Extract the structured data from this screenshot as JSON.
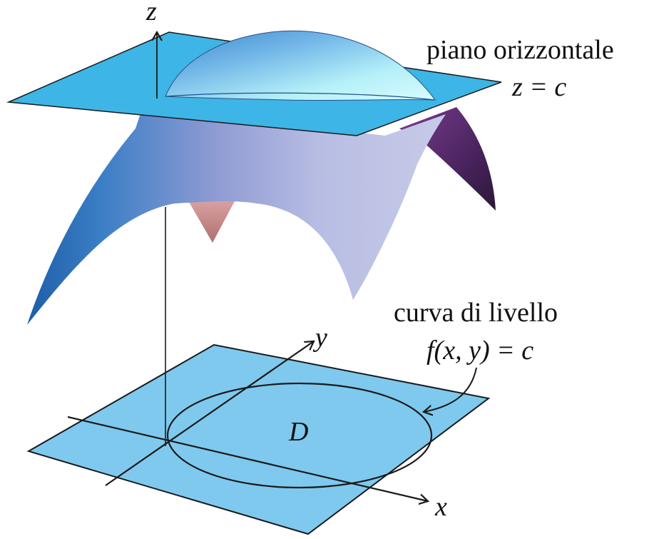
{
  "labels": {
    "z_axis": "z",
    "y_axis": "y",
    "x_axis": "x",
    "domain": "D",
    "plane_title": "piano orizzontale",
    "plane_eq": "z = c",
    "curve_title": "curva di livello",
    "curve_eq": "f(x, y) = c"
  },
  "colors": {
    "plane_fill": "#3db5e6",
    "base_plane_fill": "#7fc9ee",
    "surface_left": "#2f6fb4",
    "surface_center": "#9aa6d8",
    "surface_right": "#c2c9ea",
    "surface_back": "#5c2f73",
    "surface_underside": "#c98a8a",
    "dome_top": "#a8f1f7",
    "line": "#1a1a1a"
  },
  "icons": {
    "arrows": "curved-arrow-icon"
  }
}
